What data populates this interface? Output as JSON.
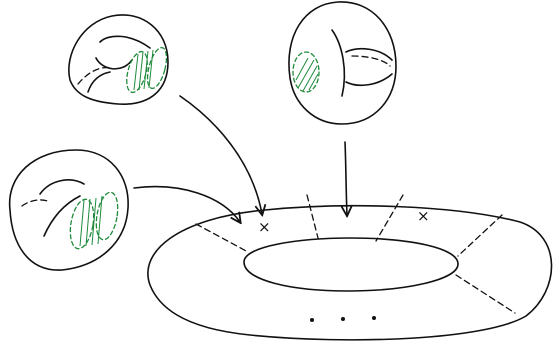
{
  "colors": {
    "ink": "#111111",
    "highlight": "#1e8a3a",
    "background": "#ffffff"
  },
  "markers": {
    "cross_1": "×",
    "cross_2": "×"
  },
  "pieces": [
    {
      "name": "torus-piece-top-left",
      "icon": "handle-torus"
    },
    {
      "name": "torus-piece-top-right",
      "icon": "handle-torus"
    },
    {
      "name": "torus-piece-left",
      "icon": "handle-torus"
    }
  ],
  "base_surface": {
    "icon": "large-torus",
    "ellipsis_dots": 3
  }
}
